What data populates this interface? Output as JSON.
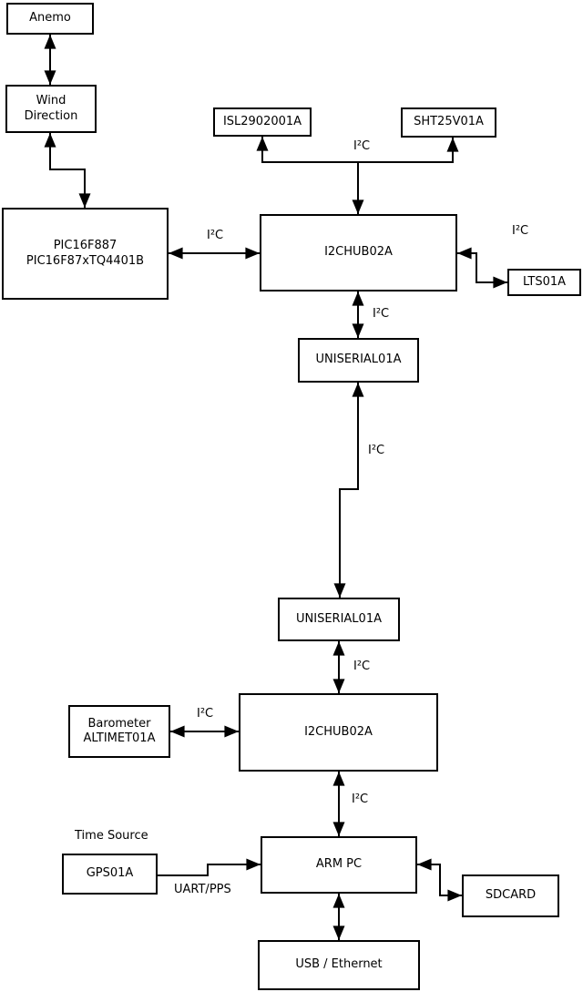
{
  "diagram": {
    "nodes": {
      "anemo": "Anemo",
      "wind_direction": "Wind\nDirection",
      "pic": "PIC16F887\nPIC16F87xTQ4401B",
      "isl": "ISL2902001A",
      "sht": "SHT25V01A",
      "hub1": "I2CHUB02A",
      "lts": "LTS01A",
      "uniserial1": "UNISERIAL01A",
      "uniserial2": "UNISERIAL01A",
      "barometer": "Barometer\nALTIMET01A",
      "hub2": "I2CHUB02A",
      "gps": "GPS01A",
      "arm_pc": "ARM PC",
      "sdcard": "SDCARD",
      "usb_ethernet": "USB / Ethernet"
    },
    "labels": {
      "i2c_top_branch": "I²C",
      "i2c_pic_hub1": "I²C",
      "i2c_hub1_lts": "I²C",
      "i2c_hub1_uniserial1": "I²C",
      "i2c_long_link": "I²C",
      "i2c_uniserial2_hub2": "I²C",
      "i2c_barometer_hub2": "I²C",
      "i2c_hub2_armpc": "I²C",
      "time_source": "Time Source",
      "uart_pps": "UART/PPS"
    },
    "colors": {
      "line": "#000000",
      "box_fill": "#ffffff",
      "text": "#000000",
      "background": "#ffffff"
    }
  }
}
